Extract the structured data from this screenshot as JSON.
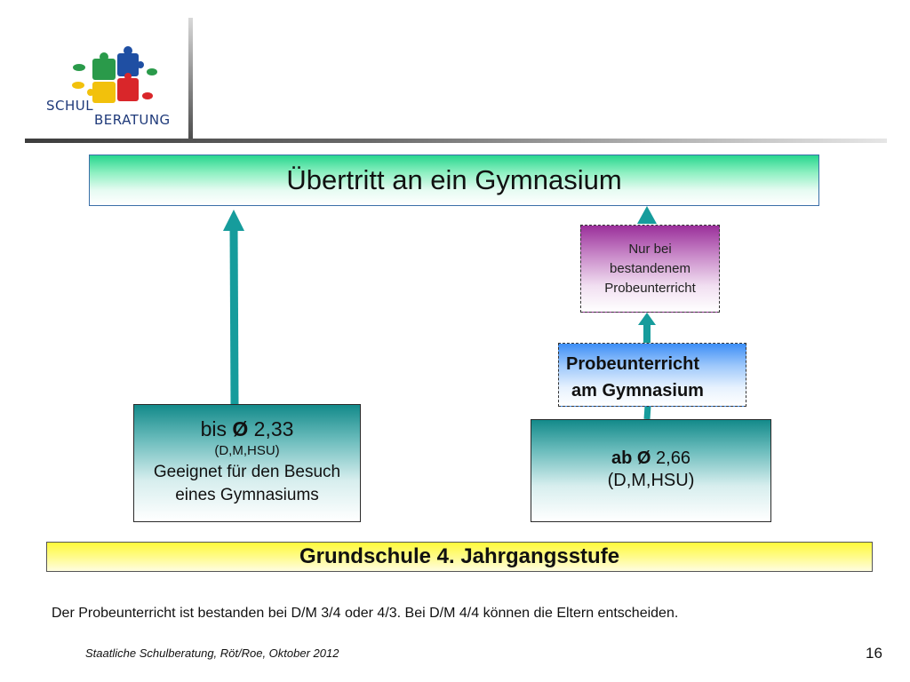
{
  "logo": {
    "line1": "SCHUL",
    "line2": "BERATUNG",
    "colors": [
      "#2a9a4a",
      "#1f4fa3",
      "#f2c10c",
      "#d9262a"
    ]
  },
  "title": "Übertritt an ein Gymnasium",
  "left_box": {
    "line1_prefix": "bis ",
    "line1_symbol": "Ø",
    "line1_value": " 2,33",
    "line2": "(D,M,HSU)",
    "line3": "Geeignet für den Besuch",
    "line4": "eines Gymnasiums"
  },
  "right_box": {
    "line1_prefix": "ab ",
    "line1_symbol": "Ø",
    "line1_value": " 2,66",
    "line2": "(D,M,HSU)"
  },
  "probe_box": {
    "line1": "Probeunterricht",
    "line2": "am Gymnasium"
  },
  "nurbei_box": {
    "line1": "Nur bei",
    "line2": "bestandenem",
    "line3": "Probeunterricht"
  },
  "base_bar": "Grundschule 4. Jahrgangsstufe",
  "note": "Der Probeunterricht ist bestanden bei D/M 3/4 oder 4/3. Bei D/M 4/4 können die Eltern entscheiden.",
  "footer": "Staatliche Schulberatung, Röt/Roe, Oktober 2012",
  "page_number": "16",
  "colors": {
    "arrow": "#169c9c",
    "title_green": "#27d68e",
    "teal": "#138a8a",
    "blue": "#3d8ef6",
    "purple": "#9a2f9a",
    "yellow": "#fffa3a"
  }
}
